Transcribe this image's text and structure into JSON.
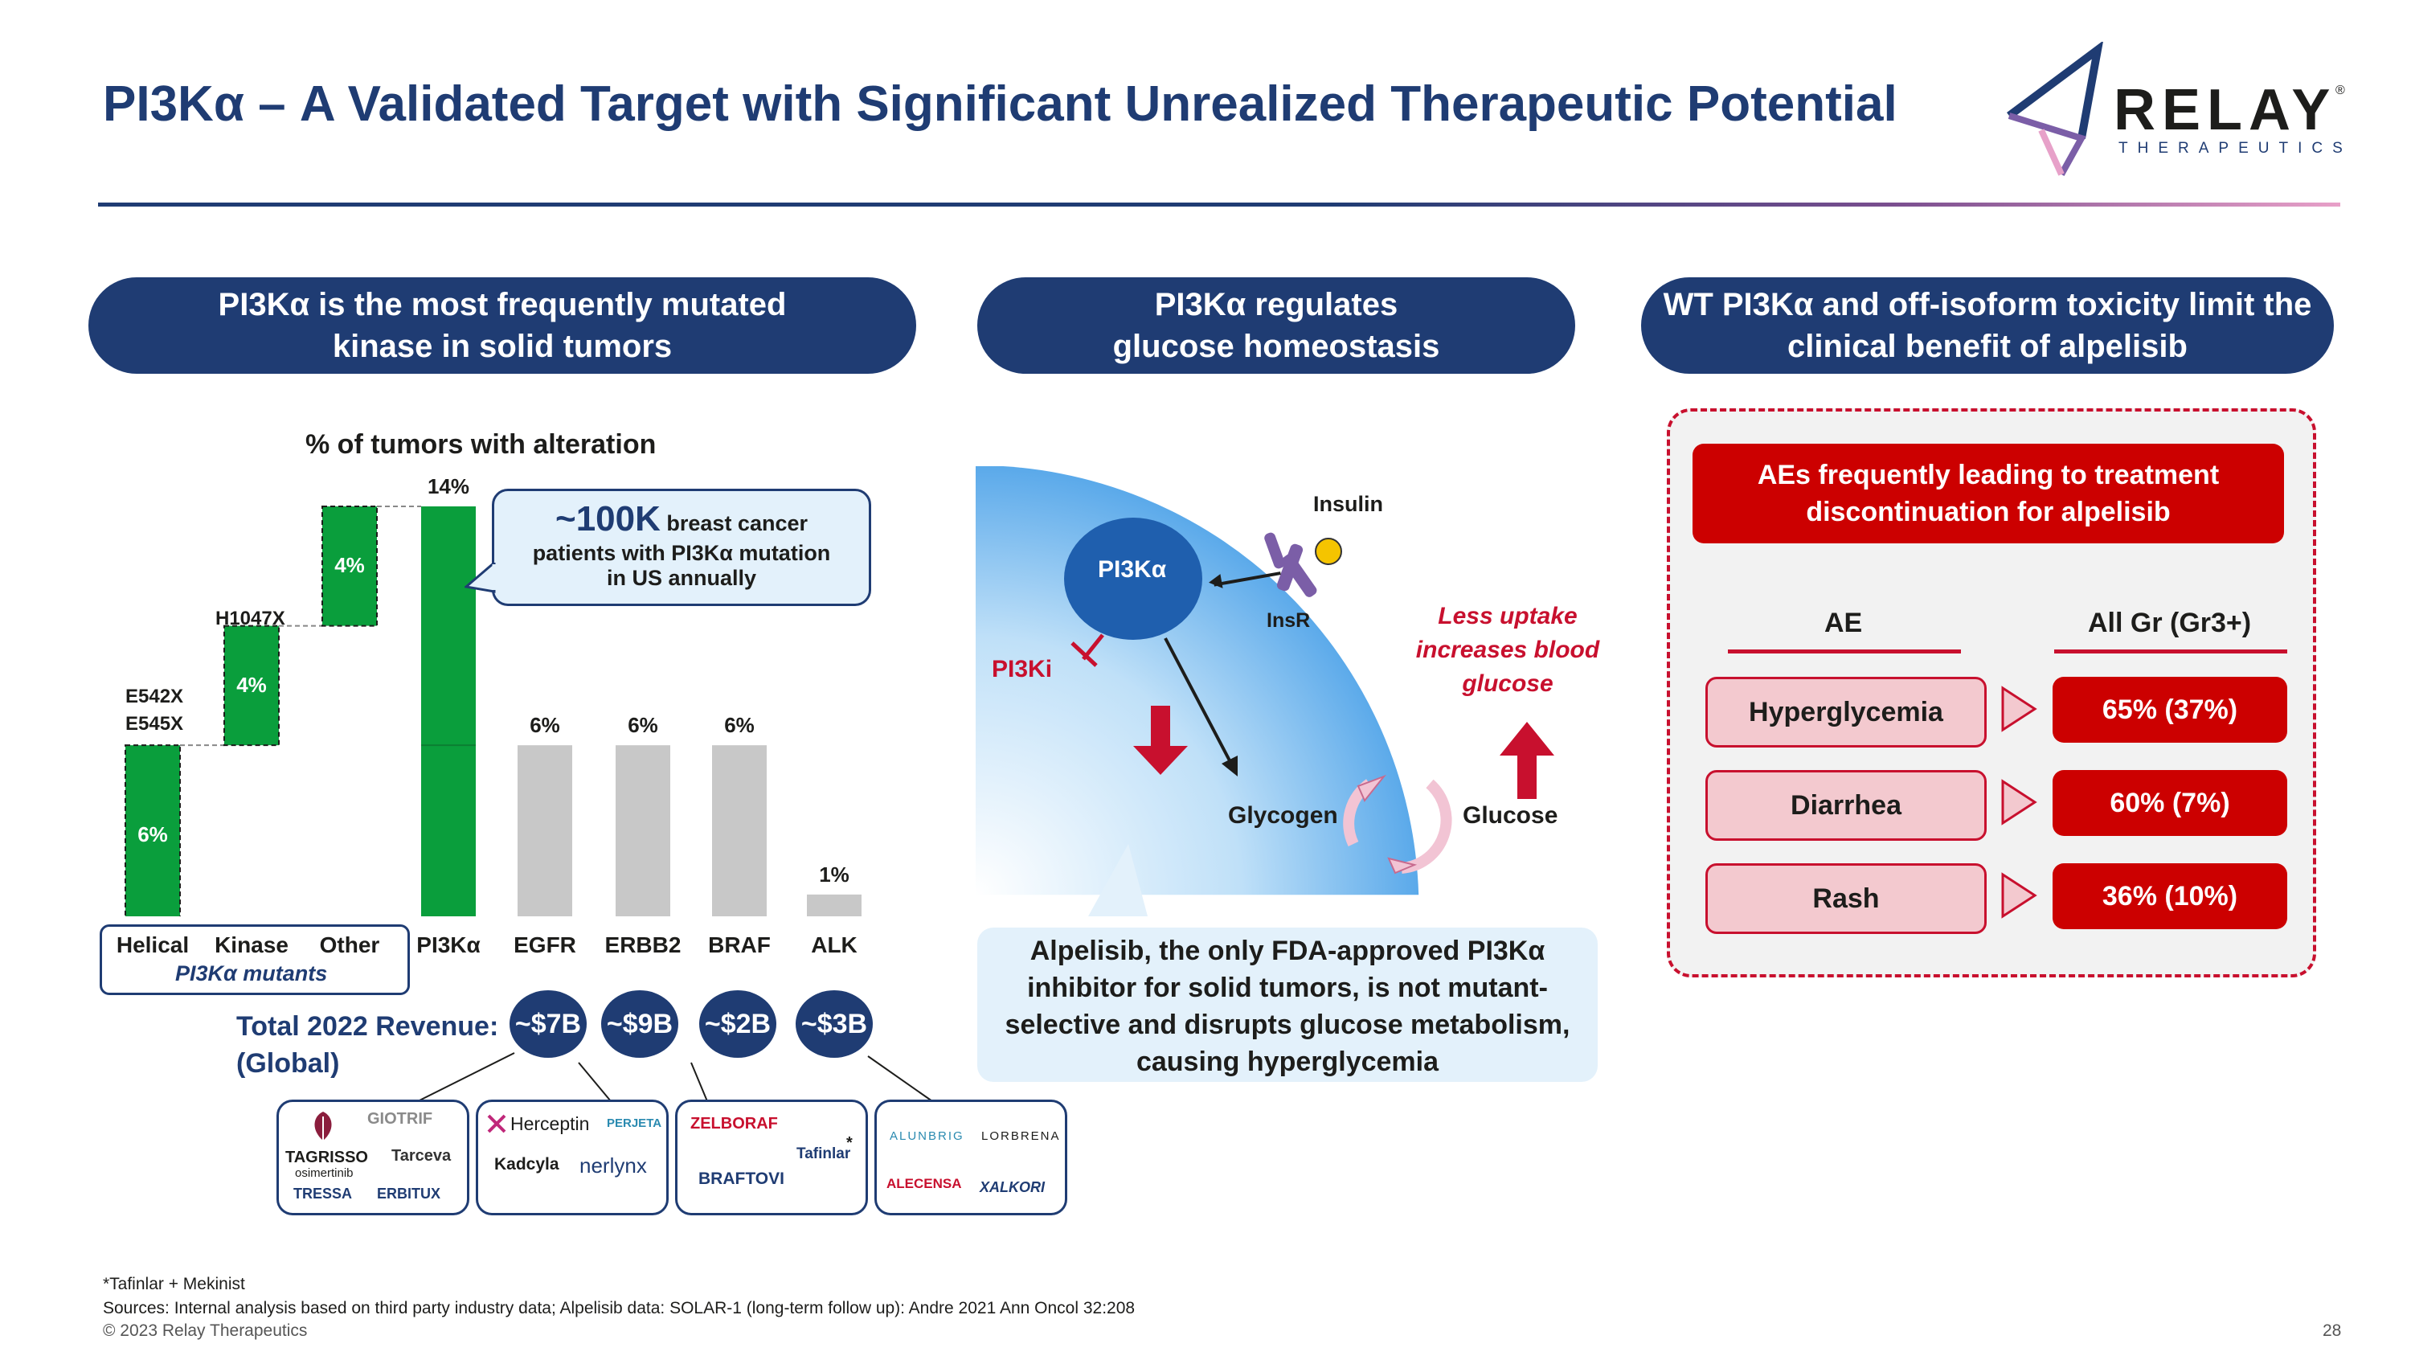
{
  "header": {
    "title": "PI3Kα – A Validated Target with Significant Unrealized Therapeutic Potential",
    "logo": {
      "name": "RELAY",
      "sub": "THERAPEUTICS",
      "mark": "®"
    }
  },
  "panel_left": {
    "pill": [
      "PI3Kα is the most frequently mutated",
      "kinase in solid tumors"
    ],
    "callout": {
      "big": "~100K",
      "rest": " breast cancer",
      "line2": "patients with PI3Kα mutation",
      "line3": "in US annually"
    },
    "mutants_label": "PI3Kα mutants",
    "revenue_label": [
      "Total 2022 Revenue:",
      "(Global)"
    ],
    "revenue_values": [
      "~$7B",
      "~$9B",
      "~$2B",
      "~$3B"
    ],
    "drugs": [
      [
        "GIOTRIF",
        "TAGRISSO",
        "osimertinib",
        "Tarceva",
        "TRESSA",
        "ERBITUX"
      ],
      [
        "Herceptin",
        "PERJETA",
        "Kadcyla",
        "nerlynx"
      ],
      [
        "ZELBORAF",
        "Tafinlar",
        "BRAFTOVI"
      ],
      [
        "ALUNBRIG",
        "LORBRENA",
        "ALECENSA",
        "XALKORI"
      ]
    ],
    "asterisk": "*"
  },
  "chart_data": {
    "type": "bar",
    "title": "% of tumors with alteration",
    "categories": [
      "Helical",
      "Kinase",
      "Other",
      "PI3Kα",
      "EGFR",
      "ERBB2",
      "BRAF",
      "ALK"
    ],
    "values": [
      6,
      4,
      4,
      14,
      6,
      6,
      6,
      1
    ],
    "data_labels": [
      "6%",
      "4%",
      "4%",
      "14%",
      "6%",
      "6%",
      "6%",
      "1%"
    ],
    "annotations": {
      "helical_mut": [
        "E542X",
        "E545X"
      ],
      "kinase_mut": "H1047X"
    },
    "colors": {
      "mutant": "#0a9e3c",
      "other": "#c8c8c8"
    },
    "ylim": [
      0,
      15
    ],
    "grid": false
  },
  "panel_mid": {
    "pill": [
      "PI3Kα regulates",
      "glucose homeostasis"
    ],
    "labels": {
      "pi3ka": "PI3Kα",
      "insulin": "Insulin",
      "insr": "InsR",
      "pi3ki": "PI3Ki",
      "glycogen": "Glycogen",
      "glucose": "Glucose",
      "less_uptake": [
        "Less uptake",
        "increases blood",
        "glucose"
      ]
    },
    "callout": [
      "Alpelisib, the only FDA-approved PI3Kα",
      "inhibitor for solid tumors, is not mutant-",
      "selective and disrupts glucose metabolism,",
      "causing hyperglycemia"
    ]
  },
  "panel_right": {
    "pill": [
      "WT PI3Kα and off-isoform toxicity limit the",
      "clinical benefit of alpelisib"
    ],
    "banner": [
      "AEs frequently leading to treatment",
      "discontinuation for alpelisib"
    ],
    "col_ae": "AE",
    "col_grade": "All Gr (Gr3+)",
    "rows": [
      {
        "ae": "Hyperglycemia",
        "value": "65% (37%)"
      },
      {
        "ae": "Diarrhea",
        "value": "60% (7%)"
      },
      {
        "ae": "Rash",
        "value": "36% (10%)"
      }
    ]
  },
  "footer": {
    "note": "*Tafinlar + Mekinist",
    "sources": "Sources: Internal analysis based on third party industry data;  Alpelisib data: SOLAR-1 (long-term follow up): Andre 2021 Ann Oncol 32:208",
    "copyright": "© 2023 Relay Therapeutics",
    "page": "28"
  }
}
